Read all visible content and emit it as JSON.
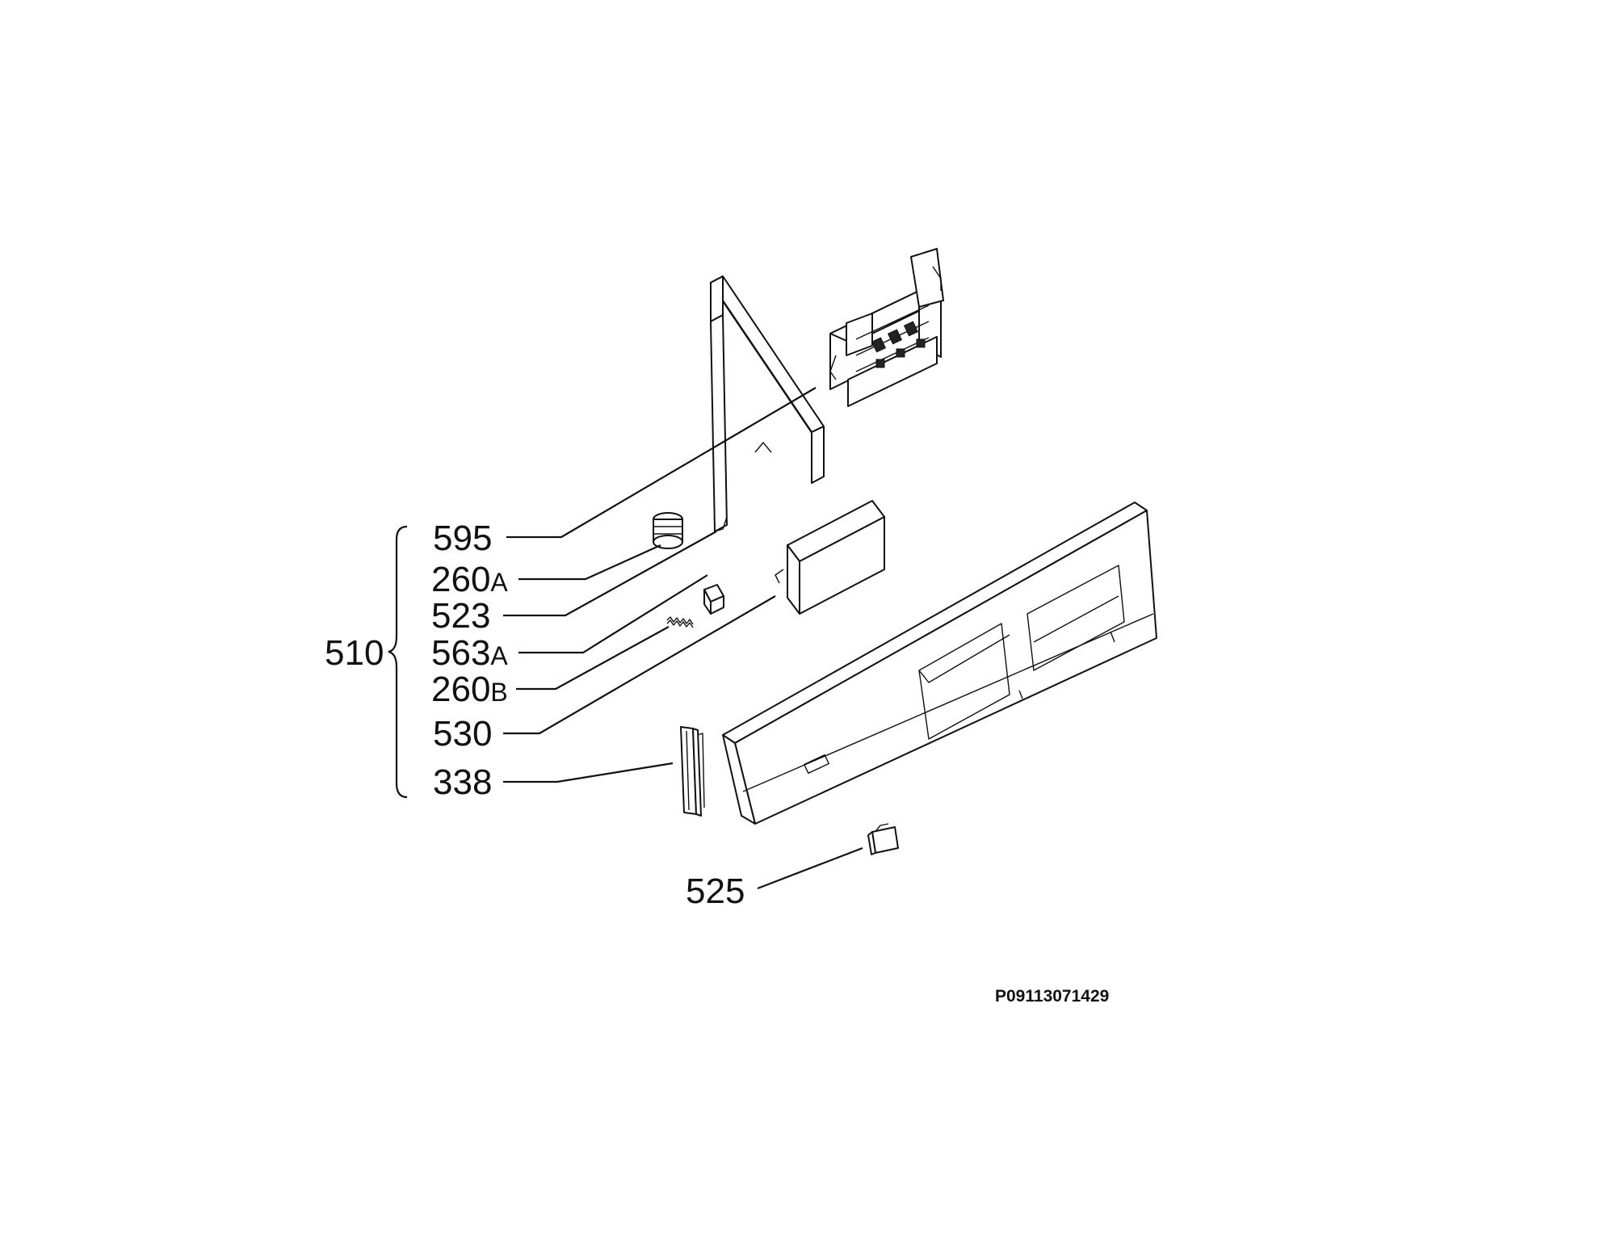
{
  "diagram": {
    "drawing_id": "P09113071429",
    "group": {
      "number": "510"
    },
    "callouts": [
      {
        "number": "595",
        "suffix": ""
      },
      {
        "number": "260",
        "suffix": "A"
      },
      {
        "number": "523",
        "suffix": ""
      },
      {
        "number": "563",
        "suffix": "A"
      },
      {
        "number": "260",
        "suffix": "B"
      },
      {
        "number": "530",
        "suffix": ""
      },
      {
        "number": "338",
        "suffix": ""
      },
      {
        "number": "525",
        "suffix": ""
      }
    ]
  }
}
